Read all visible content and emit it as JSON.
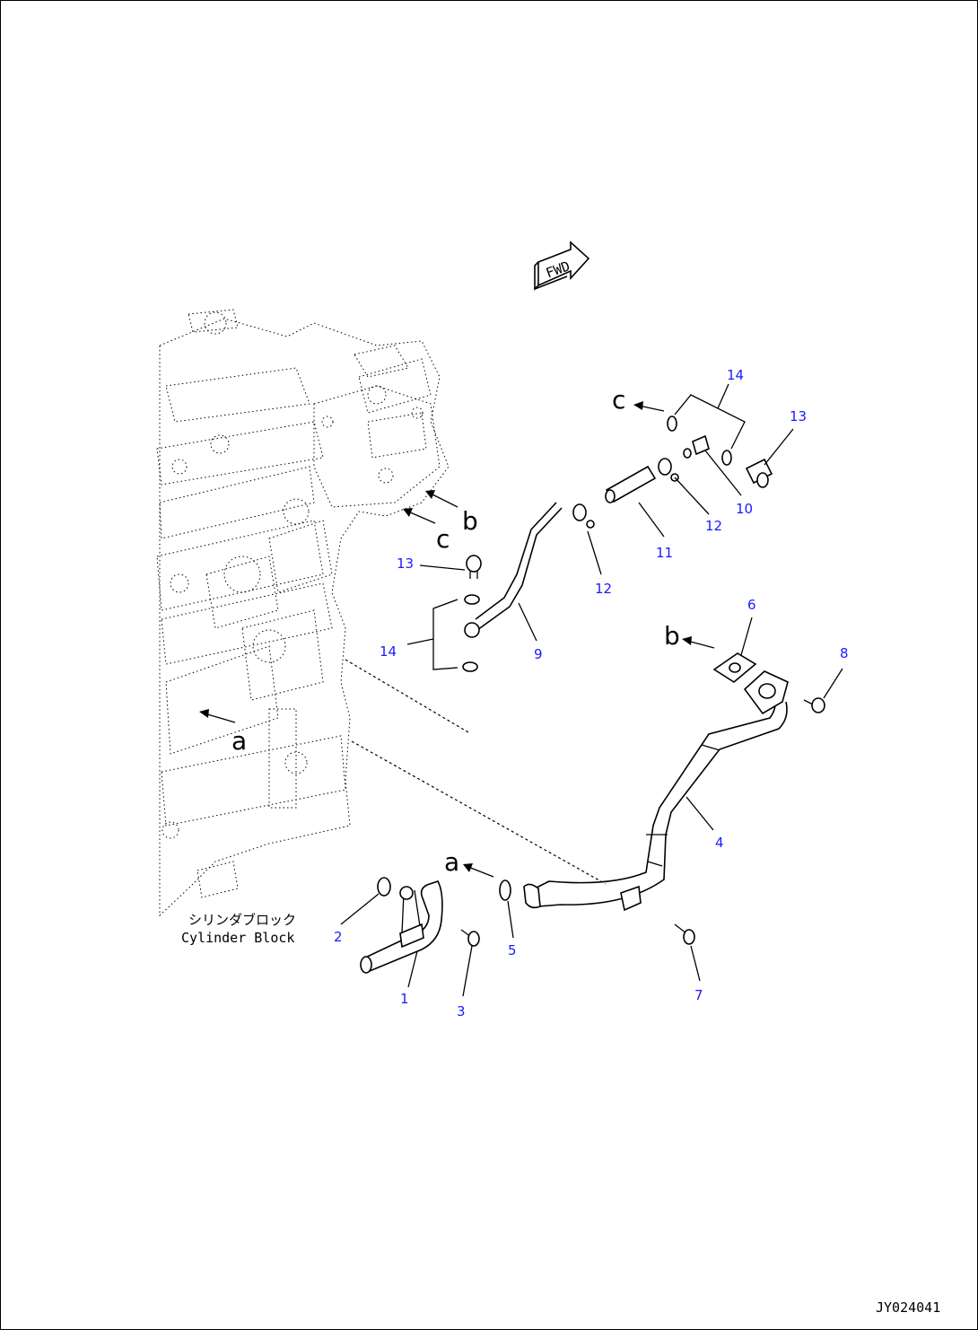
{
  "diagram": {
    "drawing_code": "JY024041",
    "fwd_label": "FWD",
    "block_label_jp": "シリンダブロック",
    "block_label_en": "Cylinder Block",
    "callouts": {
      "c1": "1",
      "c2": "2",
      "c3": "3",
      "c4": "4",
      "c5": "5",
      "c6": "6",
      "c7": "7",
      "c8": "8",
      "c9": "9",
      "c10": "10",
      "c11": "11",
      "c12a": "12",
      "c12b": "12",
      "c13a": "13",
      "c13b": "13",
      "c14a": "14",
      "c14b": "14"
    },
    "view_letters": {
      "a_block": "a",
      "a_part": "a",
      "b_block": "b",
      "b_part": "b",
      "c_block": "c",
      "c_part": "c"
    }
  }
}
